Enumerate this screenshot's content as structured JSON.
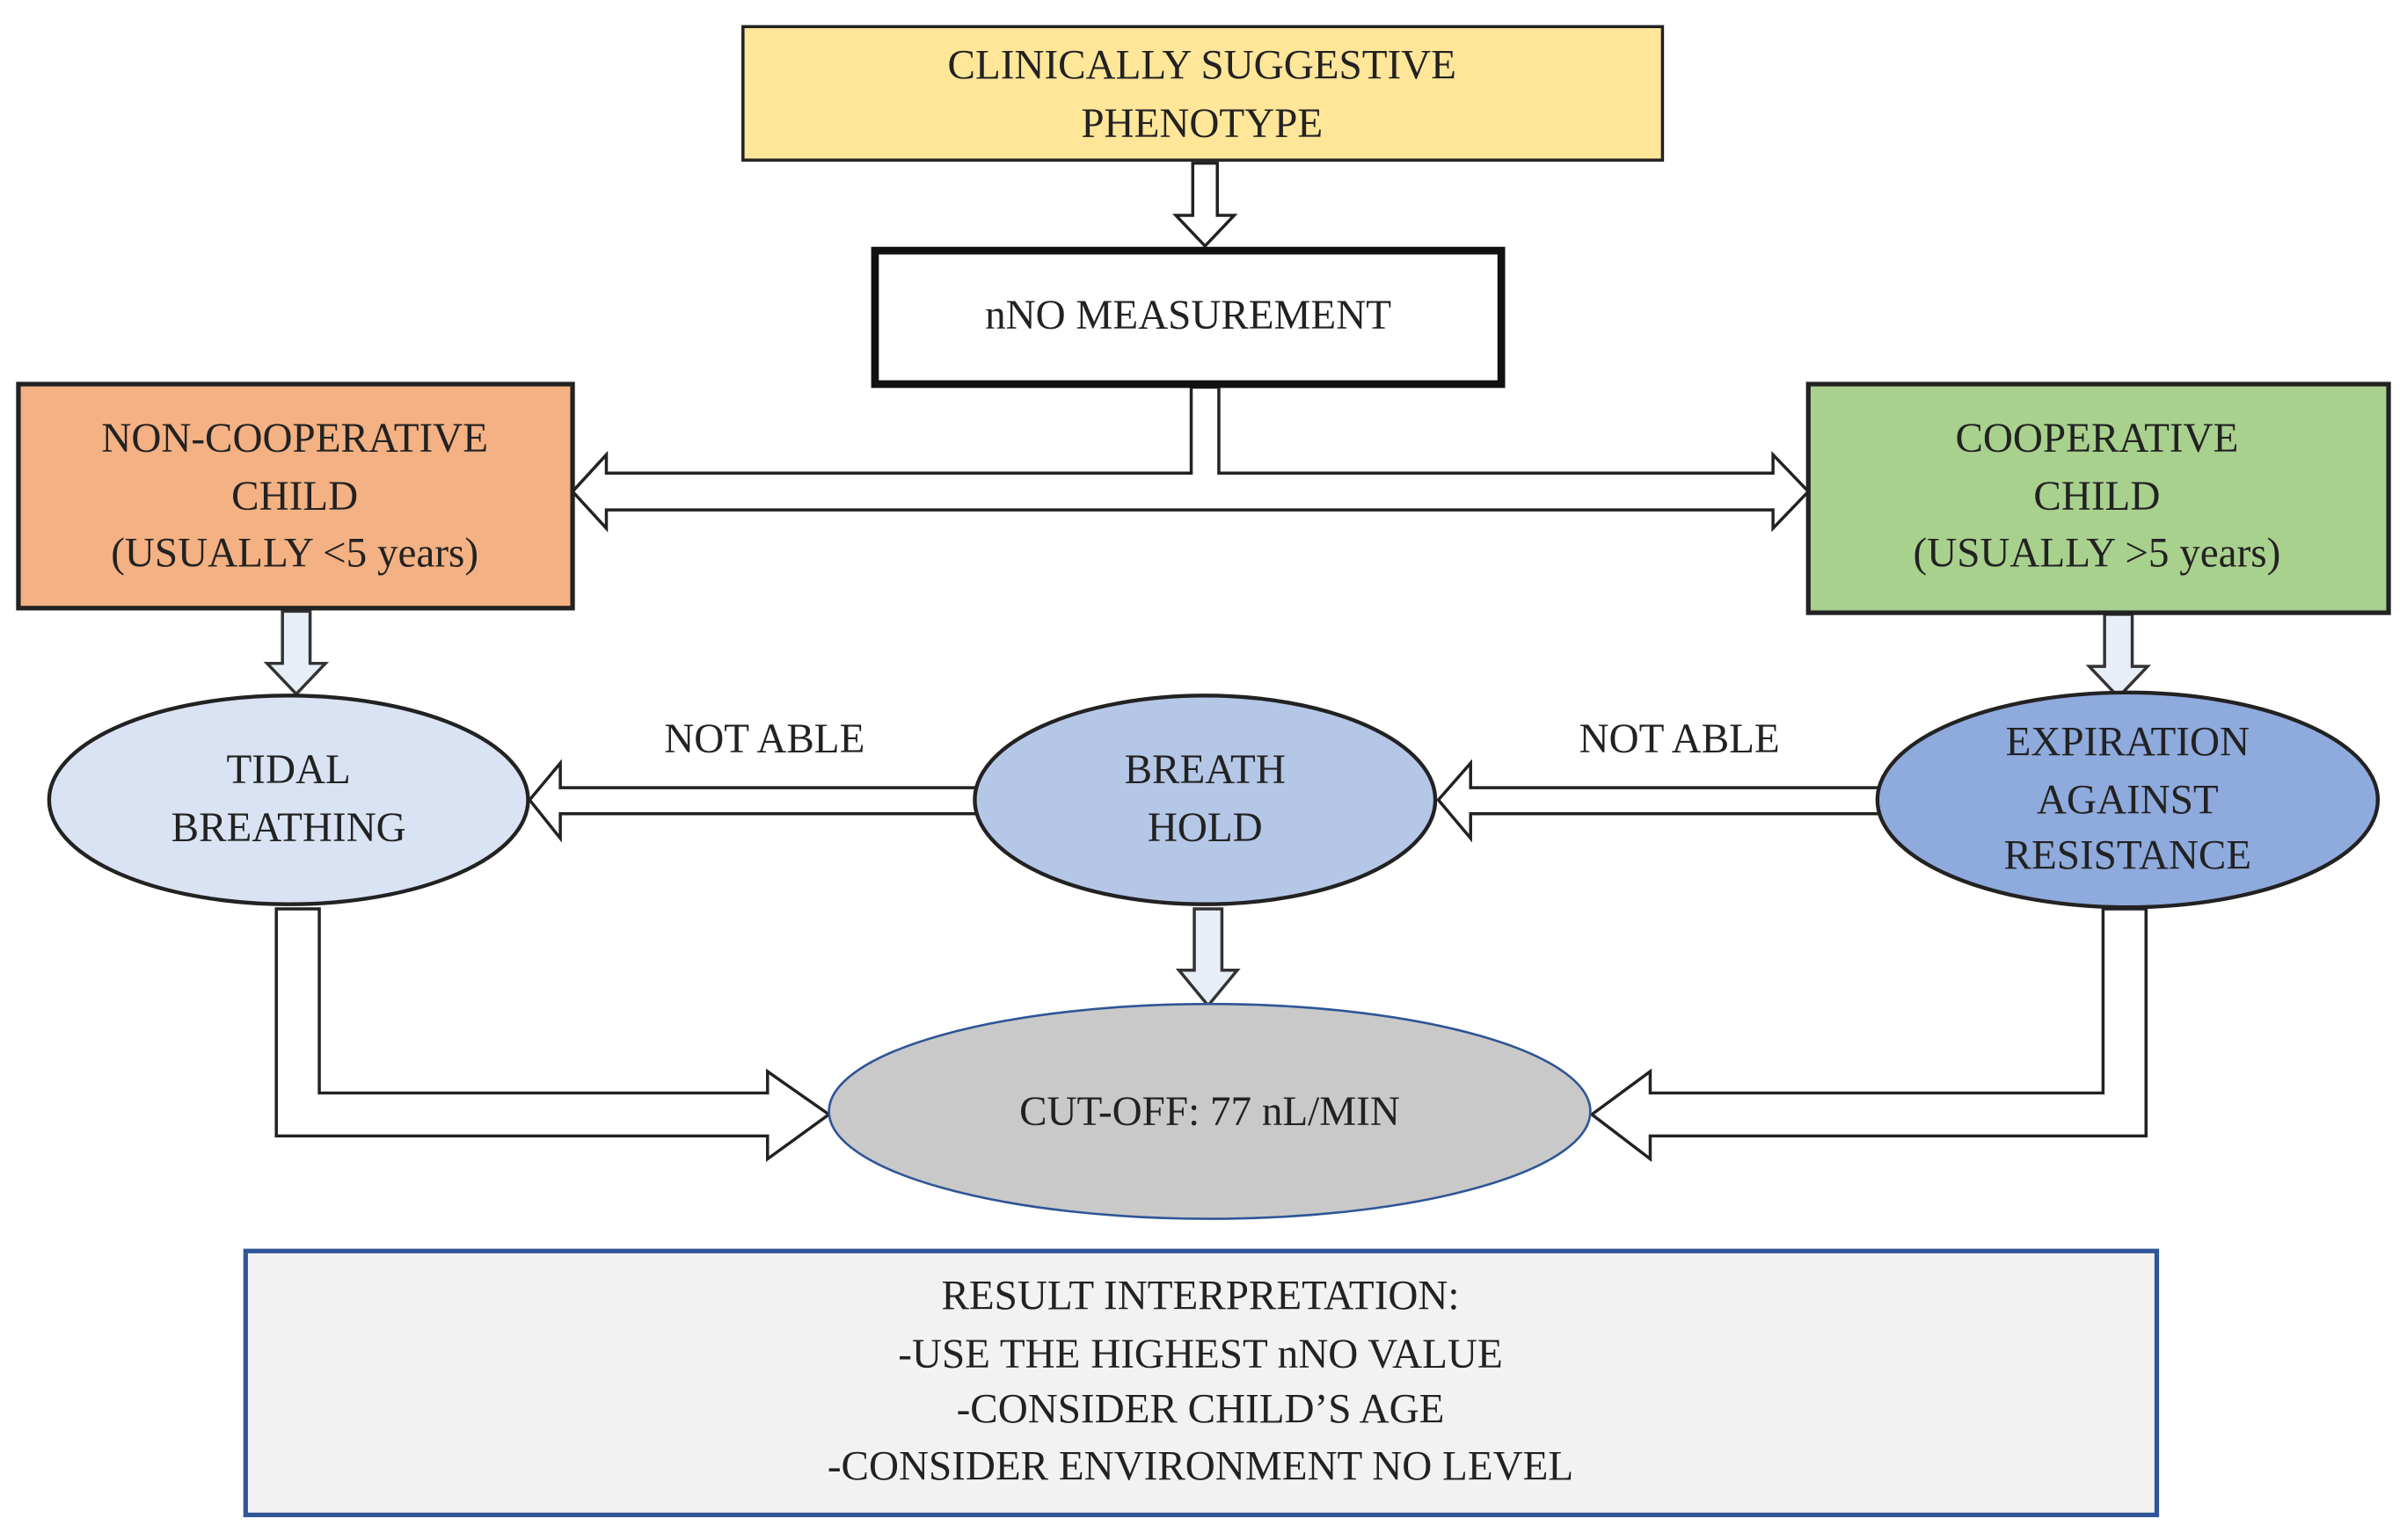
{
  "nodes": {
    "phenotype": {
      "lines": [
        "CLINICALLY SUGGESTIVE",
        "PHENOTYPE"
      ],
      "color": "#FFE699"
    },
    "measurement": {
      "lines": [
        "nNO MEASUREMENT"
      ],
      "color": "#FFFFFF"
    },
    "non_cooperative": {
      "lines": [
        "NON-COOPERATIVE",
        "CHILD",
        "(USUALLY <5 years)"
      ],
      "color": "#F4B183"
    },
    "cooperative": {
      "lines": [
        "COOPERATIVE",
        "CHILD",
        "(USUALLY >5 years)"
      ],
      "color": "#A9D18E"
    },
    "tidal": {
      "lines": [
        "TIDAL",
        "BREATHING"
      ],
      "color": "#DAE3F3"
    },
    "breath_hold": {
      "lines": [
        "BREATH",
        "HOLD"
      ],
      "color": "#B4C7E7"
    },
    "expiration": {
      "lines": [
        "EXPIRATION",
        "AGAINST",
        "RESISTANCE"
      ],
      "color": "#8FAADC"
    },
    "cutoff": {
      "lines": [
        "CUT-OFF: 77 nL/MIN"
      ],
      "color": "#C9C9C9"
    },
    "result": {
      "lines": [
        "RESULT INTERPRETATION:",
        "-USE THE HIGHEST nNO VALUE",
        "-CONSIDER CHILD’S AGE",
        "-CONSIDER ENVIRONMENT NO LEVEL"
      ],
      "color": "#F2F2F2",
      "border": "#2F5597"
    }
  },
  "edge_labels": {
    "breath_to_tidal": "NOT ABLE",
    "expiration_to_breath": "NOT ABLE"
  }
}
